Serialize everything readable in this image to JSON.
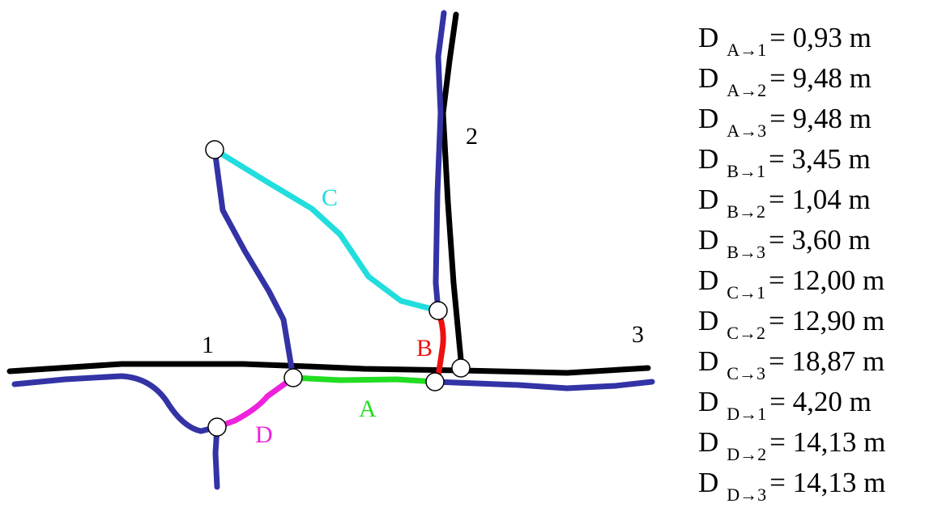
{
  "colors": {
    "reference_line": "#000000",
    "trajectory": "#3333a6",
    "segment_A": "#22dd22",
    "segment_B": "#ee1111",
    "segment_C": "#22dddd",
    "segment_D": "#ee22dd",
    "node_fill": "#ffffff",
    "node_stroke": "#000000"
  },
  "line_labels": {
    "line_1": "1",
    "line_2": "2",
    "line_3": "3"
  },
  "segment_labels": {
    "A": "A",
    "B": "B",
    "C": "C",
    "D": "D"
  },
  "distances": [
    {
      "symbol": "D",
      "subscript": "A→1",
      "value": "= 0,93 m"
    },
    {
      "symbol": "D",
      "subscript": "A→2",
      "value": "= 9,48 m"
    },
    {
      "symbol": "D",
      "subscript": "A→3",
      "value": "= 9,48 m"
    },
    {
      "symbol": "D",
      "subscript": "B→1",
      "value": "= 3,45 m"
    },
    {
      "symbol": "D",
      "subscript": "B→2",
      "value": "= 1,04 m"
    },
    {
      "symbol": "D",
      "subscript": "B→3",
      "value": "= 3,60 m"
    },
    {
      "symbol": "D",
      "subscript": "C→1",
      "value": "= 12,00 m"
    },
    {
      "symbol": "D",
      "subscript": "C→2",
      "value": "= 12,90 m"
    },
    {
      "symbol": "D",
      "subscript": "C→3",
      "value": "= 18,87 m"
    },
    {
      "symbol": "D",
      "subscript": "D→1",
      "value": "= 4,20 m"
    },
    {
      "symbol": "D",
      "subscript": "D→2",
      "value": "= 14,13 m"
    },
    {
      "symbol": "D",
      "subscript": "D→3",
      "value": "= 14,13 m"
    }
  ]
}
